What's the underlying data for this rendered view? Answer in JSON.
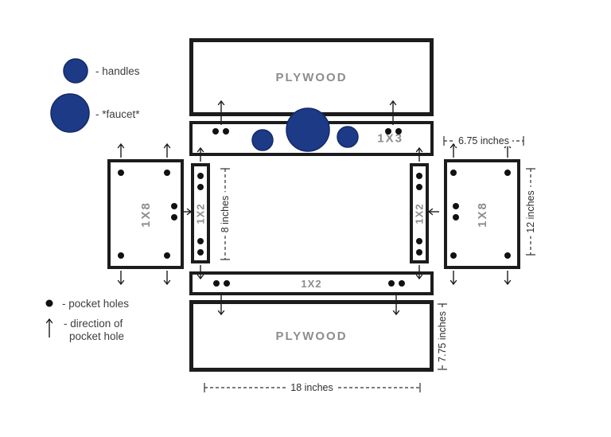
{
  "pieces": {
    "top_plywood": "PLYWOOD",
    "bottom_plywood": "PLYWOOD",
    "faucet_rail": "1X3",
    "left_side": "1X8",
    "right_side": "1X8",
    "left_stile": "1X2",
    "right_stile": "1X2",
    "bottom_rail": "1X2"
  },
  "legend": {
    "handles_label": "- handles",
    "faucet_label": "- *faucet*",
    "pocket_holes_label": "- pocket holes",
    "direction_label_line1": "- direction of",
    "direction_label_line2": "pocket hole"
  },
  "dimensions": {
    "rail_width": "6.75 inches",
    "side_height": "12 inches",
    "stile_height": "8 inches",
    "bottom_panel_height": "7.75 inches",
    "overall_width": "18 inches"
  },
  "colors": {
    "navy": "#1d3a87",
    "outline": "#1c1c1c",
    "piece_label_gray": "#8d8d8d"
  }
}
